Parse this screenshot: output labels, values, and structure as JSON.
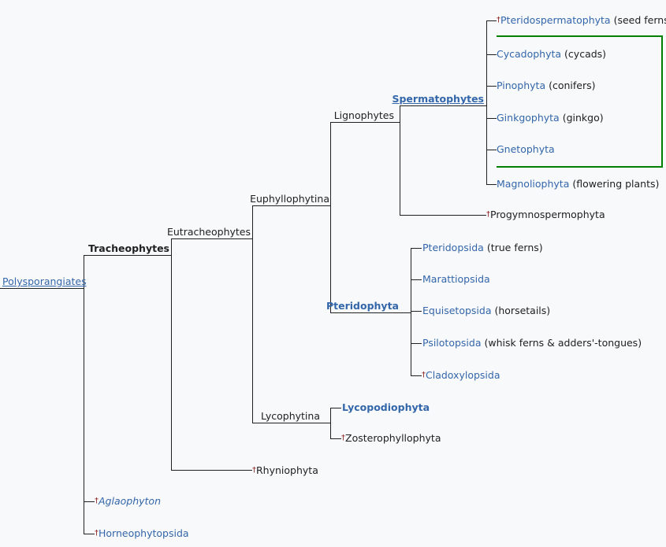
{
  "root": "Polysporangiates",
  "tracheophytes": "Tracheophytes",
  "eutracheophytes": "Eutracheophytes",
  "euphyllophytina": "Euphyllophytina",
  "lignophytes": "Lignophytes",
  "spermatophytes": "Spermatophytes",
  "pteridophyta": "Pteridophyta",
  "lycophytina": "Lycophytina",
  "dagger": "†",
  "seed_plants": [
    {
      "name": "Pteridospermatophyta",
      "note": "(seed ferns)",
      "extinct": true
    },
    {
      "name": "Cycadophyta",
      "note": "(cycads)"
    },
    {
      "name": "Pinophyta",
      "note": "(conifers)"
    },
    {
      "name": "Ginkgophyta",
      "note": "(ginkgo)"
    },
    {
      "name": "Gnetophyta",
      "note": ""
    },
    {
      "name": "Magnoliophyta",
      "note": "(flowering plants)"
    }
  ],
  "progymnospermophyta": "Progymnospermophyta",
  "ferns": [
    {
      "name": "Pteridopsida",
      "note": "(true ferns)"
    },
    {
      "name": "Marattiopsida",
      "note": ""
    },
    {
      "name": "Equisetopsida",
      "note": "(horsetails)"
    },
    {
      "name": "Psilotopsida",
      "note": "(whisk ferns & adders'-tongues)"
    },
    {
      "name": "Cladoxylopsida",
      "note": "",
      "extinct": true
    }
  ],
  "lycopodiophyta": "Lycopodiophyta",
  "zosterophyllophyta": "Zosterophyllophyta",
  "rhyniophyta": "Rhyniophyta",
  "aglaophyton": "Aglaophyton",
  "horneophytopsida": "Horneophytopsida",
  "colors": {
    "link": "#3366aa",
    "line": "#202122",
    "highlight_box": "#008000",
    "background": "#f8f9fa"
  }
}
